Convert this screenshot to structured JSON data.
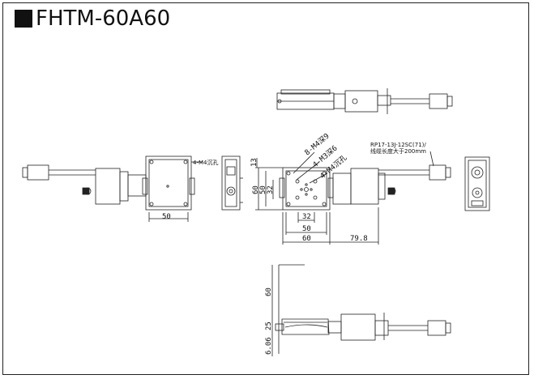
{
  "title": "FHTM-60A60",
  "callouts": {
    "side_holes": "4-M4沉孔",
    "top_hole1": "8-M4深9",
    "top_hole2": "4-M3深6",
    "top_hole3": "4-M4沉孔",
    "cable_note_line1": "RP17-13J-12SC(71)/",
    "cable_note_line2": "线缆长度大于200mm"
  },
  "dims": {
    "left_width": "50",
    "top_13": "13",
    "v60": "60",
    "v50": "50",
    "v32": "32",
    "h32": "32",
    "h50": "50",
    "h60": "60",
    "h79_8": "79.8",
    "bottom_60": "60",
    "bottom_25": "25",
    "bottom_6_06": "6.06"
  }
}
